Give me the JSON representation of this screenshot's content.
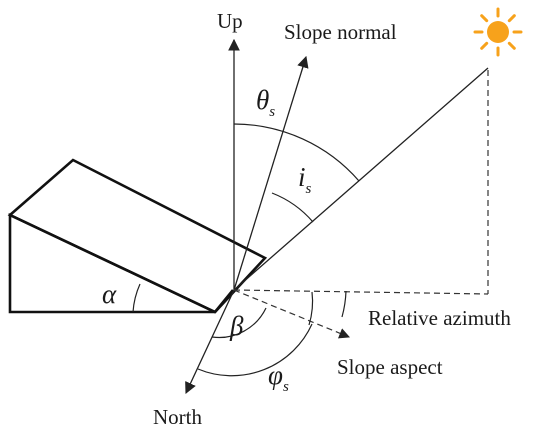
{
  "labels": {
    "up": "Up",
    "slope_normal": "Slope normal",
    "north": "North",
    "relative_azimuth": "Relative azimuth",
    "slope_aspect": "Slope aspect"
  },
  "symbols": {
    "theta": "θ",
    "theta_sub": "s",
    "i": "i",
    "i_sub": "s",
    "alpha": "α",
    "beta": "β",
    "phi": "φ",
    "phi_sub": "s"
  },
  "colors": {
    "sun": "#f7a21b",
    "ink": "#222222"
  },
  "icons": {
    "sun": "sun-icon"
  }
}
